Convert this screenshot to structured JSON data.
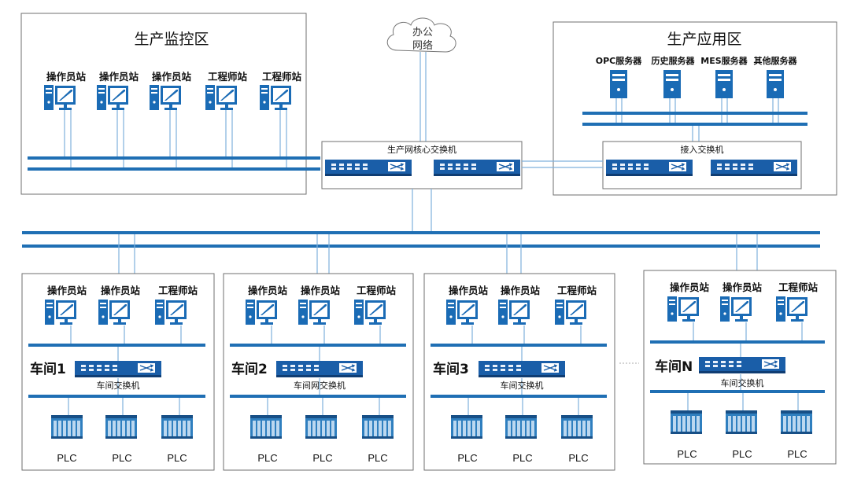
{
  "monitor_zone": {
    "title": "生产监控区",
    "stations": [
      "操作员站",
      "操作员站",
      "操作员站",
      "工程师站",
      "工程师站"
    ]
  },
  "office": {
    "line1": "办公",
    "line2": "网络"
  },
  "app_zone": {
    "title": "生产应用区",
    "servers": [
      "OPC服务器",
      "历史服务器",
      "MES服务器",
      "其他服务器"
    ],
    "access_switch": "接入交换机"
  },
  "core_switch": "生产网核心交换机",
  "workshops": [
    {
      "name": "车间1",
      "stations": [
        "操作员站",
        "操作员站",
        "工程师站"
      ],
      "switch": "车间交换机",
      "plcs": [
        "PLC",
        "PLC",
        "PLC"
      ]
    },
    {
      "name": "车间2",
      "stations": [
        "操作员站",
        "操作员站",
        "工程师站"
      ],
      "switch": "车间网交换机",
      "plcs": [
        "PLC",
        "PLC",
        "PLC"
      ]
    },
    {
      "name": "车间3",
      "stations": [
        "操作员站",
        "操作员站",
        "工程师站"
      ],
      "switch": "车间交换机",
      "plcs": [
        "PLC",
        "PLC",
        "PLC"
      ]
    },
    {
      "name": "车间N",
      "stations": [
        "操作员站",
        "操作员站",
        "工程师站"
      ],
      "switch": "车间交换机",
      "plcs": [
        "PLC",
        "PLC",
        "PLC"
      ]
    }
  ],
  "colors": {
    "bus": "#1f6fb4",
    "device": "#1a6bb5",
    "border": "#6f6f6f"
  }
}
